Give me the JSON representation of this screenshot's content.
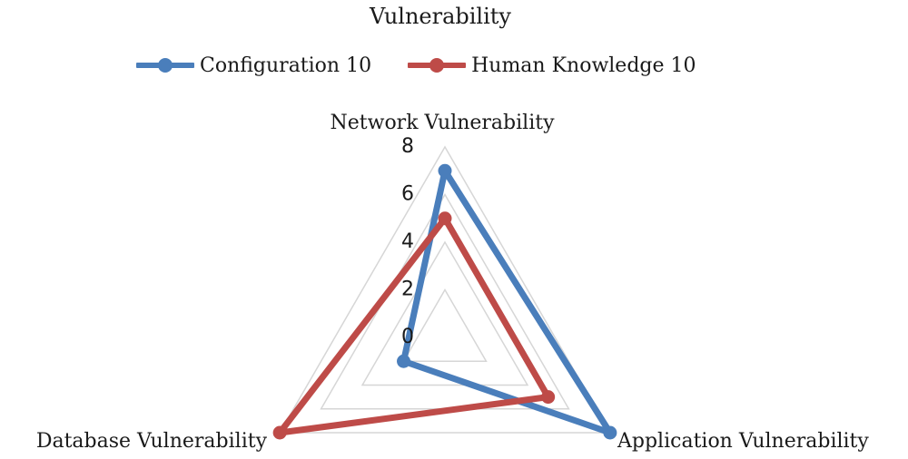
{
  "chart_data": {
    "type": "radar",
    "title": "Vulnerability",
    "axes": [
      "Network Vulnerability",
      "Application Vulnerability",
      "Database Vulnerability"
    ],
    "rlim": [
      0,
      8
    ],
    "ticks": [
      "0",
      "2",
      "4",
      "6",
      "8"
    ],
    "grid": true,
    "legend_position": "top",
    "series": [
      {
        "name": "Configuration 10",
        "color": "#4a7ebb",
        "values": [
          7,
          8,
          2
        ]
      },
      {
        "name": "Human Knowledge 10",
        "color": "#be4b48",
        "values": [
          5,
          5,
          8
        ]
      }
    ]
  }
}
